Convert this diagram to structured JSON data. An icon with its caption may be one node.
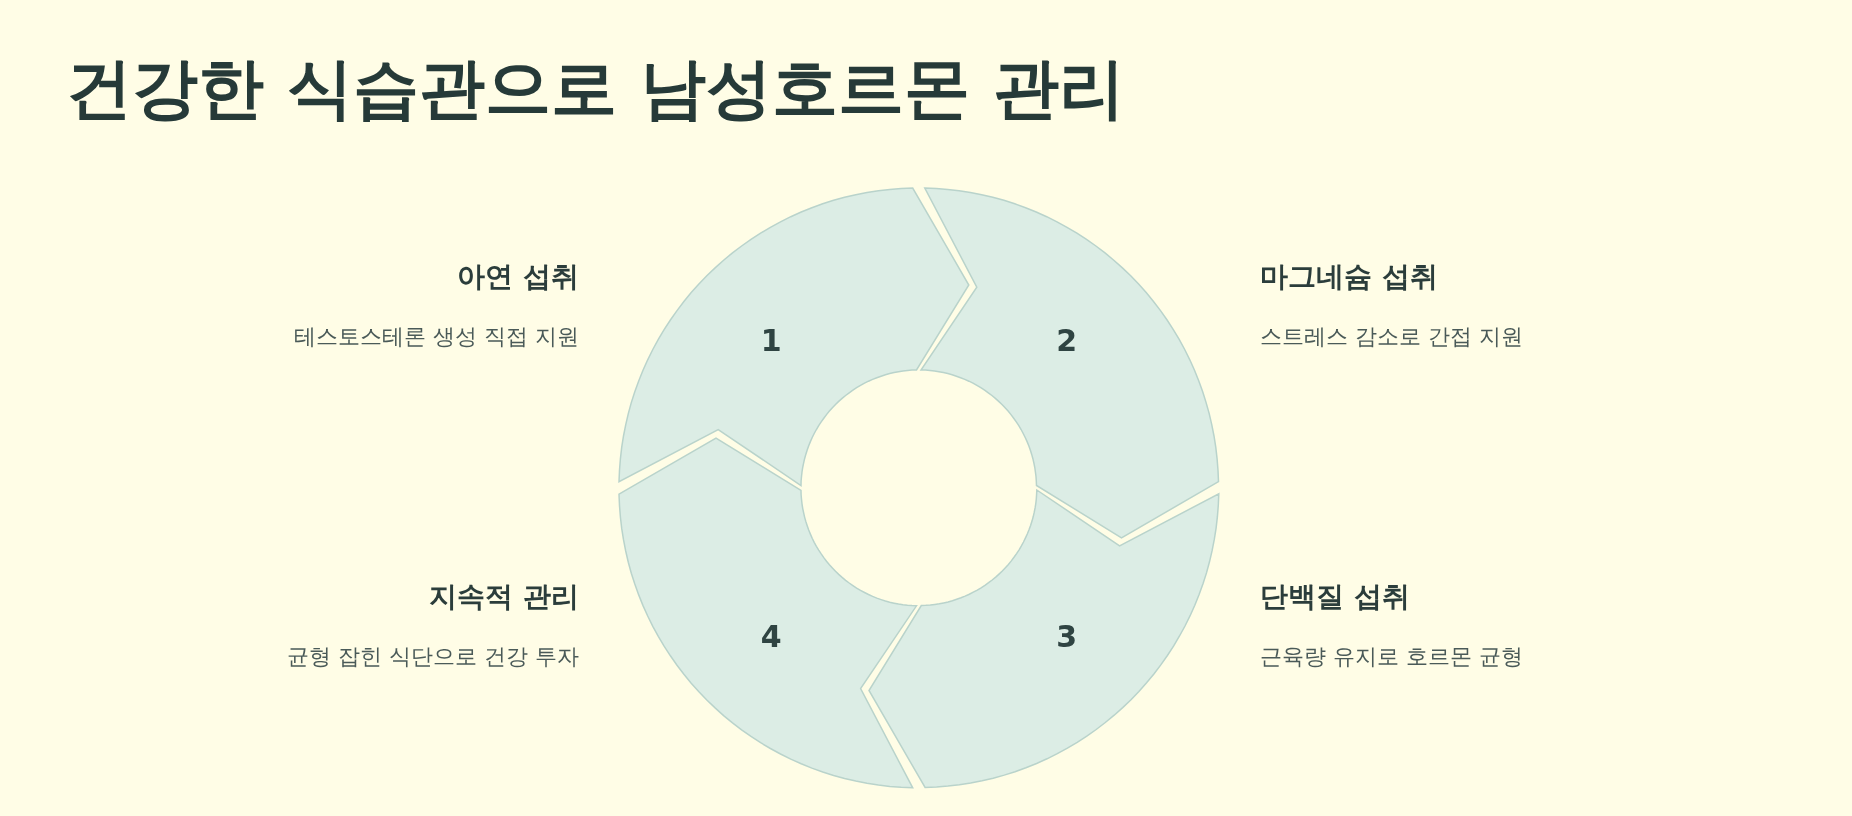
{
  "diagram": {
    "title": "건강한 식습관으로 남성호르몬 관리",
    "nodes": [
      {
        "text": [
          "1"
        ],
        "beside": [
          "아연 섭취",
          "테스토스테론 생성 직접 지원"
        ]
      },
      {
        "text": [
          "2"
        ],
        "beside": [
          "마그네슘 섭취",
          "스트레스 감소로 간접 지원"
        ]
      },
      {
        "text": [
          "3"
        ],
        "beside": [
          "단백질 섭취",
          "근육량 유지로 호르몬 균형"
        ]
      },
      {
        "text": [
          "4"
        ],
        "beside": [
          "지속적 관리",
          "균형 잡힌 식단으로 건강 투자"
        ]
      }
    ]
  }
}
